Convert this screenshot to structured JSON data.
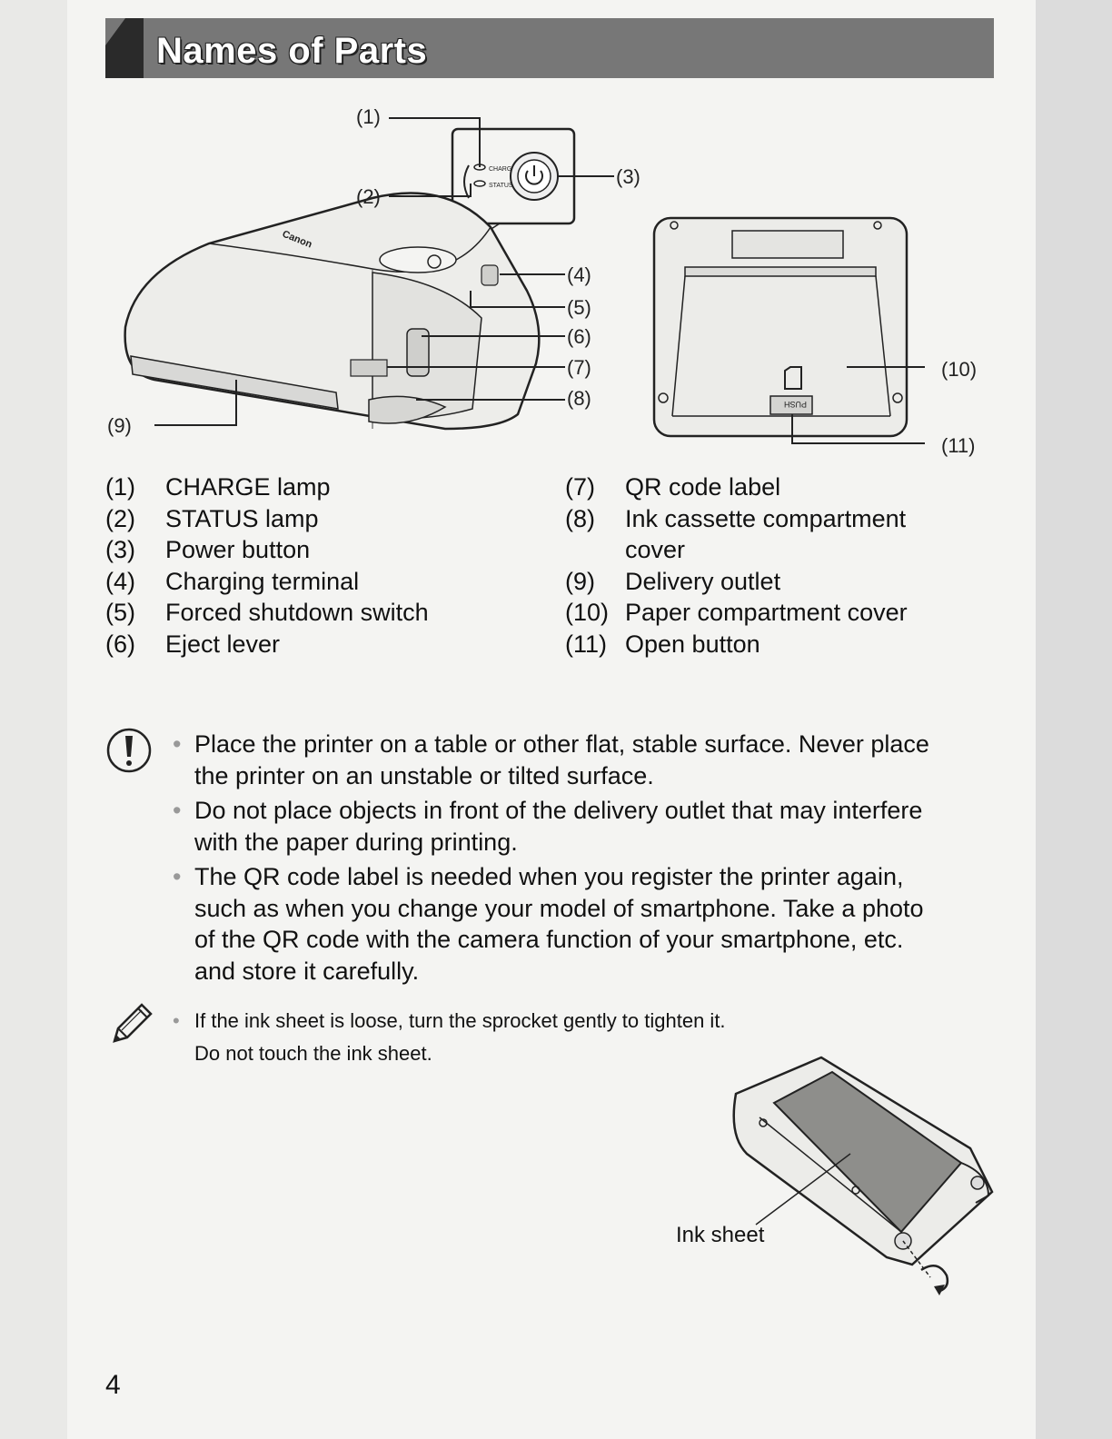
{
  "header": {
    "title": "Names of Parts"
  },
  "figure_callouts": {
    "c1": "(1)",
    "c2": "(2)",
    "c3": "(3)",
    "c4": "(4)",
    "c5": "(5)",
    "c6": "(6)",
    "c7": "(7)",
    "c8": "(8)",
    "c9": "(9)",
    "c10": "(10)",
    "c11": "(11)"
  },
  "printer_labels": {
    "brand": "Canon",
    "charge": "CHARGE",
    "status": "STATUS",
    "push": "PUSH"
  },
  "parts_left": [
    {
      "num": "(1)",
      "label": "CHARGE lamp"
    },
    {
      "num": "(2)",
      "label": "STATUS lamp"
    },
    {
      "num": "(3)",
      "label": "Power button"
    },
    {
      "num": "(4)",
      "label": "Charging terminal"
    },
    {
      "num": "(5)",
      "label": "Forced shutdown switch"
    },
    {
      "num": "(6)",
      "label": "Eject lever"
    }
  ],
  "parts_right": [
    {
      "num": "(7)",
      "label": "QR code label"
    },
    {
      "num": "(8)",
      "label": "Ink cassette compartment"
    },
    {
      "num": "",
      "label": "cover"
    },
    {
      "num": "(9)",
      "label": "Delivery outlet"
    },
    {
      "num": "(10)",
      "label": "Paper compartment cover"
    },
    {
      "num": "(11)",
      "label": "Open button"
    }
  ],
  "caution": {
    "icon": "caution-icon",
    "bullet_symbol": "•",
    "items": [
      {
        "lines": [
          "Place the printer on a table or other flat, stable surface. Never place",
          "the printer on an unstable or tilted surface."
        ]
      },
      {
        "lines": [
          "Do not place objects in front of the delivery outlet that may interfere",
          "with the paper during printing."
        ]
      },
      {
        "lines": [
          "The QR code label is needed when you register the printer again,",
          "such as when you change your model of smartphone. Take a photo",
          "of the QR code with the camera function of your smartphone, etc.",
          "and store it carefully."
        ]
      }
    ]
  },
  "tip": {
    "icon": "pencil-icon",
    "bullet_symbol": "•",
    "lines": [
      "If the ink sheet is loose, turn the sprocket gently to tighten it.",
      "Do not touch the ink sheet."
    ]
  },
  "ink_figure": {
    "label": "Ink sheet"
  },
  "page_number": "4"
}
